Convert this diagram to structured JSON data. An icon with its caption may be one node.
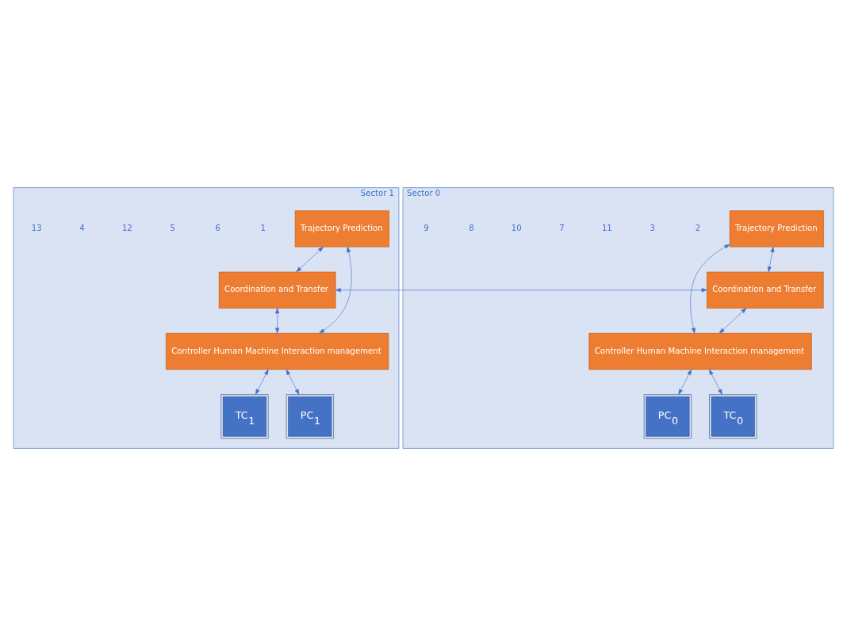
{
  "diagram": {
    "nodes": [
      {
        "text": [
          "Sector 1"
        ]
      },
      {
        "text": [
          "Trajectory Prediction"
        ],
        "in": 0
      },
      {
        "text": [
          "Coordination and Transfer"
        ],
        "in": 0
      },
      {
        "text": [
          "Controller Human Machine Interaction management"
        ],
        "in": 0
      },
      {
        "text": [
          "TC$_{1}$"
        ],
        "in": 0
      },
      {
        "text": [
          "PC$_{1}$"
        ],
        "in": 0
      },
      {
        "text": [
          "Sector 0"
        ]
      },
      {
        "text": [
          "Trajectory Prediction"
        ],
        "in": 6
      },
      {
        "text": [
          "Coordination and Transfer"
        ],
        "in": 6
      },
      {
        "text": [
          "Controller Human Machine Interaction management"
        ],
        "in": 6
      },
      {
        "text": [
          "PC$_{0}$"
        ],
        "in": 6
      },
      {
        "text": [
          "TC$_{0}$"
        ],
        "in": 6
      }
    ],
    "edges": [
      {
        "from": 1,
        "to": 2,
        "arrow": "both"
      },
      {
        "from": 1,
        "to": 3,
        "arrow": "both"
      },
      {
        "from": 2,
        "to": 3,
        "arrow": "both"
      },
      {
        "from": 2,
        "to": 8,
        "arrow": "both"
      },
      {
        "from": 8,
        "to": 7,
        "arrow": "both"
      },
      {
        "from": 7,
        "to": 9,
        "arrow": "both"
      },
      {
        "from": 8,
        "to": 9,
        "arrow": "both"
      },
      {
        "from": 3,
        "to": 4,
        "arrow": "both"
      },
      {
        "from": 3,
        "to": 5,
        "arrow": "both"
      },
      {
        "from": 9,
        "to": 10,
        "arrow": "both"
      },
      {
        "from": 9,
        "to": 11,
        "arrow": "both"
      }
    ],
    "labels": [
      "2",
      "1",
      "3",
      "6",
      "11",
      "7",
      "5",
      "10",
      "12",
      "4",
      "8",
      "9",
      "13"
    ]
  }
}
